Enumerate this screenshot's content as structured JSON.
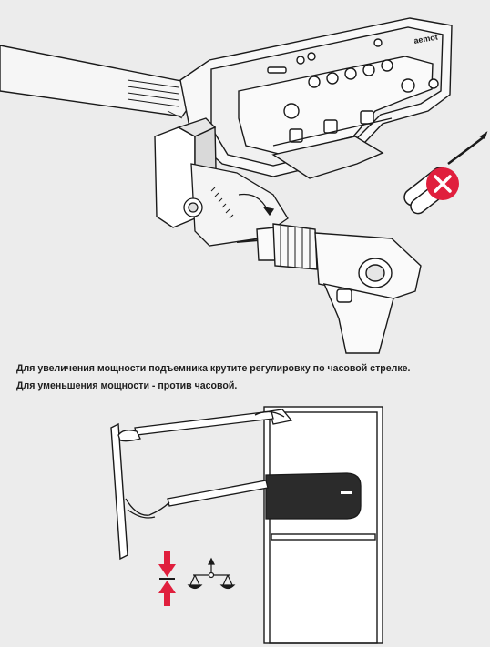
{
  "brand_label": "aemot",
  "caption": {
    "line1": "Для увеличения мощности подъемника крутите регулировку по часовой стрелке.",
    "line2": "Для уменьшения мощности - против часовой."
  },
  "colors": {
    "background": "#ececec",
    "prohibited_red": "#e01f3d",
    "arrow_red": "#e01f3d",
    "line": "#1a1a1a"
  },
  "icons": [
    "screwdriver-icon",
    "prohibited-icon",
    "drill-icon",
    "up-down-arrows-icon",
    "balance-scale-icon"
  ]
}
